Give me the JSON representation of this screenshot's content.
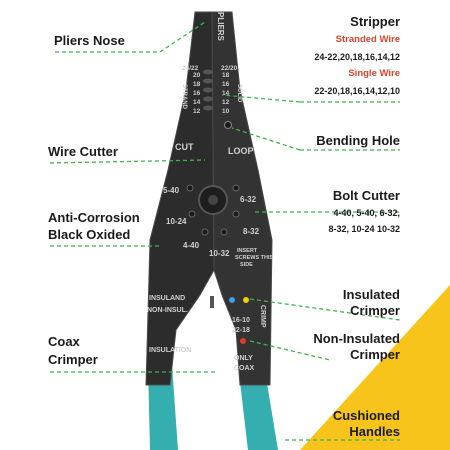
{
  "colors": {
    "tool_body": "#2c2c2c",
    "tool_edge": "#4a4a4a",
    "handle": "#35aeb0",
    "accent_yellow": "#f7c41c",
    "leader_green": "#3db54a",
    "label_red": "#d9452b"
  },
  "callouts": {
    "pliers_nose": "Pliers Nose",
    "wire_cutter": "Wire Cutter",
    "anti_corrosion": [
      "Anti-Corrosion",
      "Black Oxided"
    ],
    "coax_crimper": [
      "Coax",
      "Crimper"
    ],
    "stripper": {
      "title": "Stripper",
      "stranded_label": "Stranded Wire",
      "stranded_sizes": "24-22,20,18,16,14,12",
      "single_label": "Single Wire",
      "single_sizes": "22-20,18,16,14,12,10"
    },
    "bending_hole": "Bending Hole",
    "bolt_cutter": {
      "title": "Bolt Cutter",
      "sizes": [
        "4-40, 5-40, 6-32,",
        "8-32, 10-24 10-32"
      ]
    },
    "insulated_crimper": [
      "Insulated",
      "Crimper"
    ],
    "non_insulated_crimper": [
      "Non-Insulated",
      "Crimper"
    ],
    "cushioned_handles": [
      "Cushioned",
      "Handles"
    ]
  },
  "tool_markings": {
    "pliers": "PLIERS",
    "strand_head": "24/22",
    "solid_head": "22/20",
    "strand_word": "STRAND",
    "solid_word": "SOLID",
    "strand_gauges": [
      "20",
      "18",
      "16",
      "14",
      "12"
    ],
    "solid_gauges": [
      "18",
      "16",
      "14",
      "12",
      "10"
    ],
    "cut": "CUT",
    "loop": "LOOP",
    "bolt_sizes": [
      "5-40",
      "6-32",
      "10-24",
      "8-32",
      "4-40",
      "10-32"
    ],
    "insert_note": [
      "INSERT",
      "SCREWS THIS",
      "SIDE"
    ],
    "insuland": "INSULAND",
    "non_insul": "NON-INSUL.",
    "crimp_sizes": [
      "16-10",
      "22-18"
    ],
    "crimp": "CRIMP",
    "insulation": "INSULATION",
    "only_coax": [
      "ONLY",
      "COAX"
    ]
  }
}
